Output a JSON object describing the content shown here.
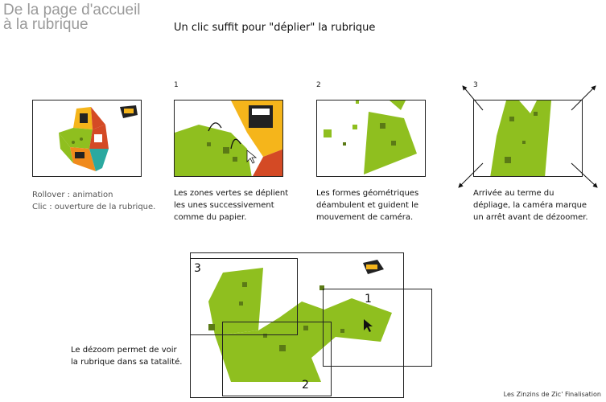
{
  "header": {
    "title": "De la page d'accueil\nà la rubrique",
    "subtitle": "Un clic suffit pour \"déplier\" la rubrique"
  },
  "steps": [
    {
      "number": "",
      "caption": "Rollover : animation\nClic : ouverture de la rubrique."
    },
    {
      "number": "1",
      "caption": "Les zones vertes se déplient\nles unes successivement\ncomme du papier."
    },
    {
      "number": "2",
      "caption": "Les formes géométriques\ndéambulent et guident le\nmouvement de caméra."
    },
    {
      "number": "3",
      "caption": "Arrivée au terme du\ndépliage, la caméra marque\nun arrêt avant de dézoomer."
    }
  ],
  "dezoom": {
    "caption": "Le dézoom permet de voir\nla rubrique dans sa tatalité.",
    "frame_labels": [
      "1",
      "2",
      "3"
    ]
  },
  "footer": "Les Zinzins de Zic' Finalisation",
  "colors": {
    "green": "#8fbf1f",
    "green_dark": "#5b7a16",
    "orange": "#f08a1c",
    "yellow": "#f5b51b",
    "teal": "#2ba9a0",
    "red": "#d44a25"
  }
}
